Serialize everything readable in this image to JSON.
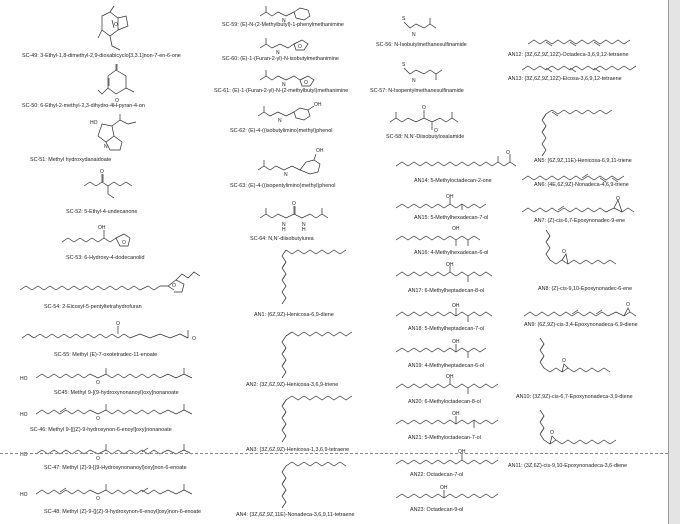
{
  "compounds": [
    {
      "code": "SC-49",
      "name": "3-Ethyl-1,8-dimethyl-2,9-dioxabicyclo[3.3.1]non-7-en-6-one"
    },
    {
      "code": "SC-50",
      "name": "6-Ethyl-2-methyl-2,3-dihydro-4H-pyran-4-on"
    },
    {
      "code": "SC-51",
      "name": "Methyl hydroxydanaidoate"
    },
    {
      "code": "SC-52",
      "name": "5-Ethyl-4-undecanone"
    },
    {
      "code": "SC-53",
      "name": "6-Hydroxy-4-dodecanolid"
    },
    {
      "code": "SC-54",
      "name": "2-Eicosyl-5-pentyltetrahydrofuran"
    },
    {
      "code": "SC-55",
      "name": "Methyl (E)-7-oxotetradec-11-enoate"
    },
    {
      "code": "SC45",
      "name": "Methyl 9-[(9-hydroxynonanoyl)oxy]nonanoate"
    },
    {
      "code": "SC-46",
      "name": "Methyl 9-{[(Z)-9-hydroxynon-6-enoyl]oxy}nonanoate"
    },
    {
      "code": "SC-47",
      "name": "Methyl (Z)-9-[(9-Hydroxynonanoyl)oxy]non-6-enoate"
    },
    {
      "code": "SC-48",
      "name": "Methyl (Z)-9-{[(Z)-9-hydroxynon-6-enoyl]oxy}non-6-enoate"
    },
    {
      "code": "SC-59",
      "name": "(E)-N-(2-Methylbutyl)-1-phenylmethanimine"
    },
    {
      "code": "SC-60",
      "name": "(E)-1-(Furan-2-yl)-N-isobutylmethanimine"
    },
    {
      "code": "SC-61",
      "name": "(E)-1-(Furan-2-yl)-N-(2-methylbutyl)methanimine"
    },
    {
      "code": "SC-62",
      "name": "(E)-4-((isobutylimino)methyl)phenol"
    },
    {
      "code": "SC-63",
      "name": "(E)-4-((isopentylimino)methyl)phenol"
    },
    {
      "code": "SC-64",
      "name": "N,N′-diisobutylurea"
    },
    {
      "code": "AN1",
      "name": "(6Z,9Z)-Henicosa-6,9-diene"
    },
    {
      "code": "AN2",
      "name": "(3Z,6Z,9Z)-Henicosa-3,6,9-triene"
    },
    {
      "code": "AN3",
      "name": "(3Z,6Z,9Z)-Henicosa-1,3,6,9-tetraene"
    },
    {
      "code": "AN4",
      "name": "(3Z,6Z,9Z,11E)-Nonadeca-3,6,9,11-tetraene"
    },
    {
      "code": "SC-56",
      "name": "N-Isobutylmethanesulfinamide"
    },
    {
      "code": "SC-57",
      "name": "N-Isopentylmethanesulfinamide"
    },
    {
      "code": "SC-58",
      "name": "N,N′-Diisobutyloxalamide"
    },
    {
      "code": "AN14",
      "name": "5-Methyloctadecan-2-one"
    },
    {
      "code": "AN15",
      "name": "5-Methylhexadecan-7-ol"
    },
    {
      "code": "AN16",
      "name": "4-Methylhexadecan-6-ol"
    },
    {
      "code": "AN17",
      "name": "6-Methylheptadecan-8-ol"
    },
    {
      "code": "AN18",
      "name": "5-Methylheptadecan-7-ol"
    },
    {
      "code": "AN19",
      "name": "4-Methylheptadecan-6-ol"
    },
    {
      "code": "AN20",
      "name": "6-Methyloctadecan-8-ol"
    },
    {
      "code": "AN21",
      "name": "5-Methyloctadecan-7-ol"
    },
    {
      "code": "AN22",
      "name": "Octadecan-7-ol"
    },
    {
      "code": "AN23",
      "name": "Octadecan-9-ol"
    },
    {
      "code": "AN12",
      "name": "(3Z,6Z,9Z,12Z)-Octadeca-3,6,9,12-tetraene"
    },
    {
      "code": "AN13",
      "name": "(3Z,6Z,9Z,12Z)-Eicosa-3,6,9,12-tetraene"
    },
    {
      "code": "AN5",
      "name": "(6Z,9Z,11E)-Henicosa-6,9,11-triene"
    },
    {
      "code": "AN6",
      "name": "(4E,6Z,9Z)-Nonadeca-4,6,9-triene"
    },
    {
      "code": "AN7",
      "name": "(Z)-cis-6,7-Epoxynonadec-9-ene"
    },
    {
      "code": "AN8",
      "name": "(Z)-cis-9,10-Epoxynonadec-6-ene"
    },
    {
      "code": "AN9",
      "name": "(6Z,9Z)-cis-3,4-Epoxynonadeca-6,9-diene"
    },
    {
      "code": "AN10",
      "name": "(3Z,9Z)-cis-6,7-Epoxynonadeca-3,9-diene"
    },
    {
      "code": "AN11",
      "name": "(3Z,6Z)-cis-9,10-Epoxynonadeca-3,6-diene"
    }
  ],
  "atoms": {
    "O": "O",
    "OH": "OH",
    "HO": "HO",
    "N": "N",
    "H": "H",
    "S": "S"
  }
}
